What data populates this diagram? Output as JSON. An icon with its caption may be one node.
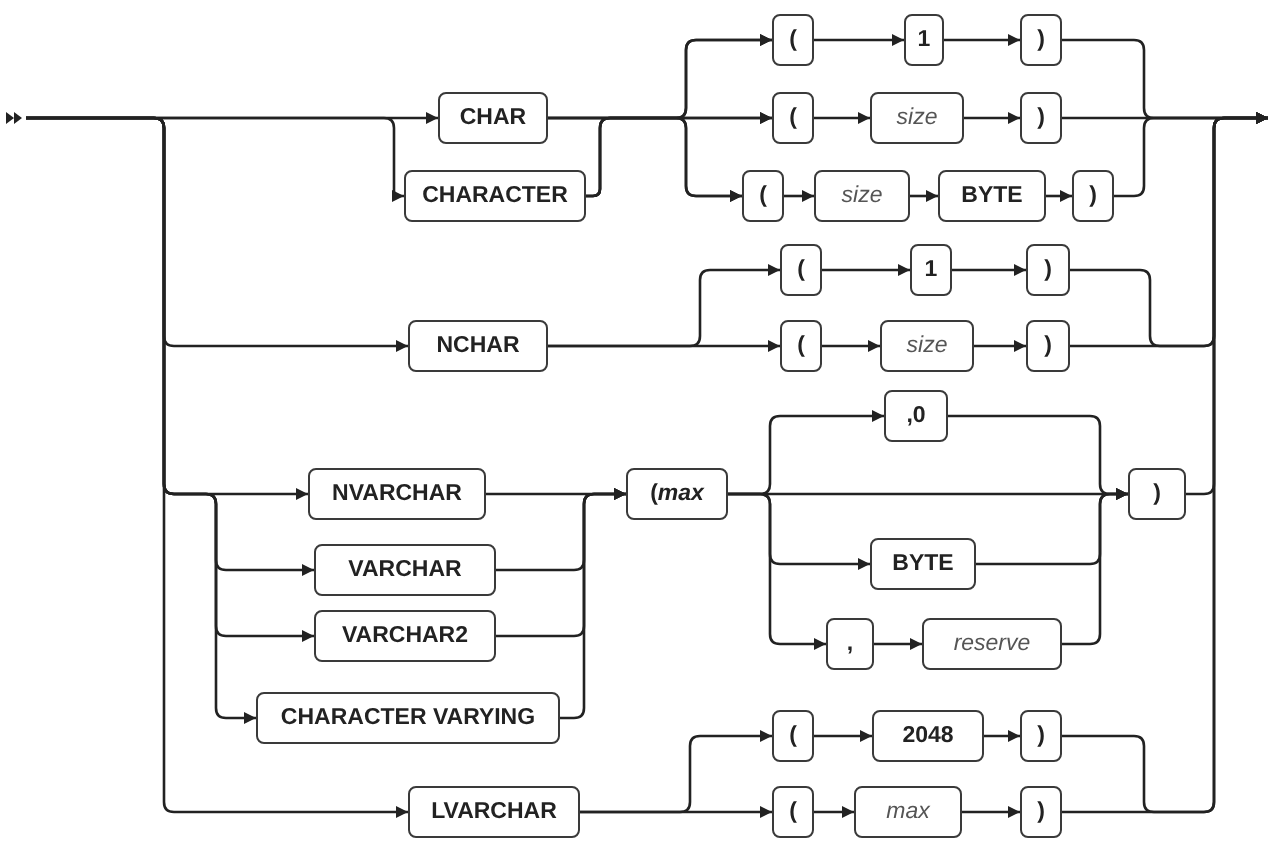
{
  "diagram": {
    "nodes": [
      {
        "text": [
          "CHAR"
        ]
      },
      {
        "text": [
          "CHARACTER"
        ]
      },
      {
        "text": [
          "("
        ]
      },
      {
        "text": [
          "1"
        ]
      },
      {
        "text": [
          ")"
        ]
      },
      {
        "text": [
          "("
        ]
      },
      {
        "text": [
          "size"
        ]
      },
      {
        "text": [
          ")"
        ]
      },
      {
        "text": [
          "("
        ]
      },
      {
        "text": [
          "size"
        ]
      },
      {
        "text": [
          "BYTE"
        ]
      },
      {
        "text": [
          ")"
        ]
      },
      {
        "text": [
          "NCHAR"
        ]
      },
      {
        "text": [
          "("
        ]
      },
      {
        "text": [
          "1"
        ]
      },
      {
        "text": [
          ")"
        ]
      },
      {
        "text": [
          "("
        ]
      },
      {
        "text": [
          "size"
        ]
      },
      {
        "text": [
          ")"
        ]
      },
      {
        "text": [
          ",0"
        ]
      },
      {
        "text": [
          "NVARCHAR"
        ]
      },
      {
        "text": [
          "VARCHAR"
        ]
      },
      {
        "text": [
          "VARCHAR2"
        ]
      },
      {
        "text": [
          "CHARACTER VARYING"
        ]
      },
      {
        "text": [
          "(*max*"
        ]
      },
      {
        "text": [
          "BYTE"
        ]
      },
      {
        "text": [
          ","
        ]
      },
      {
        "text": [
          "reserve"
        ]
      },
      {
        "text": [
          ")"
        ]
      },
      {
        "text": [
          "LVARCHAR"
        ]
      },
      {
        "text": [
          "("
        ]
      },
      {
        "text": [
          "2048"
        ]
      },
      {
        "text": [
          ")"
        ]
      },
      {
        "text": [
          "("
        ]
      },
      {
        "text": [
          "max"
        ]
      },
      {
        "text": [
          ")"
        ]
      }
    ],
    "edges": [
      {
        "from": null,
        "to": 0,
        "arrow": "to"
      },
      {
        "from": null,
        "to": 1,
        "arrow": "to"
      },
      {
        "from": null,
        "to": 12,
        "arrow": "to"
      },
      {
        "from": null,
        "to": 20,
        "arrow": "to"
      },
      {
        "from": null,
        "to": 21,
        "arrow": "to"
      },
      {
        "from": null,
        "to": 22,
        "arrow": "to"
      },
      {
        "from": null,
        "to": 23,
        "arrow": "to"
      },
      {
        "from": null,
        "to": 29,
        "arrow": "to"
      },
      {
        "from": 0,
        "to": 2,
        "arrow": "to"
      },
      {
        "from": 0,
        "to": 5,
        "arrow": "to"
      },
      {
        "from": 0,
        "to": 8,
        "arrow": "to"
      },
      {
        "from": 1,
        "to": 2,
        "arrow": "to"
      },
      {
        "from": 1,
        "to": 5,
        "arrow": "to"
      },
      {
        "from": 1,
        "to": 8,
        "arrow": "to"
      },
      {
        "from": 2,
        "to": 3,
        "arrow": "to"
      },
      {
        "from": 3,
        "to": 4,
        "arrow": "to"
      },
      {
        "from": 5,
        "to": 6,
        "arrow": "to"
      },
      {
        "from": 6,
        "to": 7,
        "arrow": "to"
      },
      {
        "from": 8,
        "to": 9,
        "arrow": "to"
      },
      {
        "from": 9,
        "to": 10,
        "arrow": "to"
      },
      {
        "from": 10,
        "to": 11,
        "arrow": "to"
      },
      {
        "from": 4,
        "to": null,
        "arrow": "to"
      },
      {
        "from": 7,
        "to": null,
        "arrow": "to"
      },
      {
        "from": 11,
        "to": null,
        "arrow": "to"
      },
      {
        "from": 12,
        "to": 13,
        "arrow": "to"
      },
      {
        "from": 12,
        "to": 16,
        "arrow": "to"
      },
      {
        "from": 13,
        "to": 14,
        "arrow": "to"
      },
      {
        "from": 14,
        "to": 15,
        "arrow": "to"
      },
      {
        "from": 16,
        "to": 17,
        "arrow": "to"
      },
      {
        "from": 17,
        "to": 18,
        "arrow": "to"
      },
      {
        "from": 15,
        "to": null,
        "arrow": "to"
      },
      {
        "from": 18,
        "to": null,
        "arrow": "to"
      },
      {
        "from": 20,
        "to": 24,
        "arrow": "to"
      },
      {
        "from": 21,
        "to": 24,
        "arrow": "to"
      },
      {
        "from": 22,
        "to": 24,
        "arrow": "to"
      },
      {
        "from": 23,
        "to": 24,
        "arrow": "to"
      },
      {
        "from": 24,
        "to": 19,
        "arrow": "to"
      },
      {
        "from": 24,
        "to": 28,
        "arrow": "to"
      },
      {
        "from": 24,
        "to": 25,
        "arrow": "to"
      },
      {
        "from": 24,
        "to": 26,
        "arrow": "to"
      },
      {
        "from": 19,
        "to": 28,
        "arrow": "to"
      },
      {
        "from": 25,
        "to": 28,
        "arrow": "to"
      },
      {
        "from": 26,
        "to": 27,
        "arrow": "to"
      },
      {
        "from": 27,
        "to": 28,
        "arrow": "to"
      },
      {
        "from": 28,
        "to": null,
        "arrow": "to"
      },
      {
        "from": 29,
        "to": 30,
        "arrow": "to"
      },
      {
        "from": 29,
        "to": 33,
        "arrow": "to"
      },
      {
        "from": 30,
        "to": 31,
        "arrow": "to"
      },
      {
        "from": 31,
        "to": 32,
        "arrow": "to"
      },
      {
        "from": 33,
        "to": 34,
        "arrow": "to"
      },
      {
        "from": 34,
        "to": 35,
        "arrow": "to"
      },
      {
        "from": 32,
        "to": null,
        "arrow": "to"
      },
      {
        "from": 35,
        "to": null,
        "arrow": "to"
      }
    ]
  }
}
